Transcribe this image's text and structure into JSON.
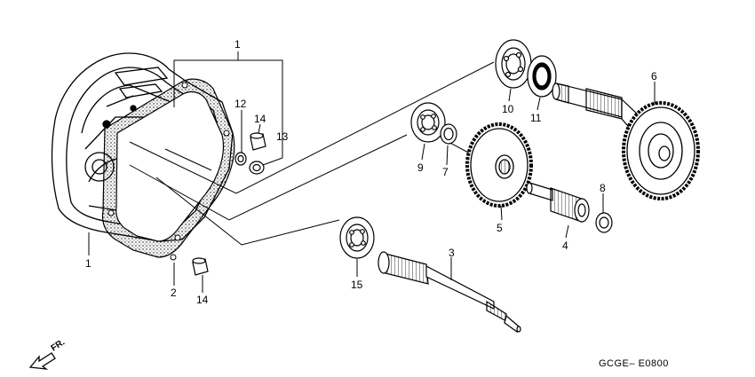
{
  "diagram": {
    "callouts": {
      "c1_top": "1",
      "c1_left": "1",
      "c2": "2",
      "c3": "3",
      "c4": "4",
      "c5": "5",
      "c6": "6",
      "c7": "7",
      "c8": "8",
      "c9": "9",
      "c10": "10",
      "c11": "11",
      "c12": "12",
      "c13": "13",
      "c14_top": "14",
      "c14_bottom": "14",
      "c15": "15"
    },
    "direction_label": "FR.",
    "diagram_code": "GCGE– E0800"
  },
  "colors": {
    "line": "#000000",
    "background": "#ffffff"
  }
}
